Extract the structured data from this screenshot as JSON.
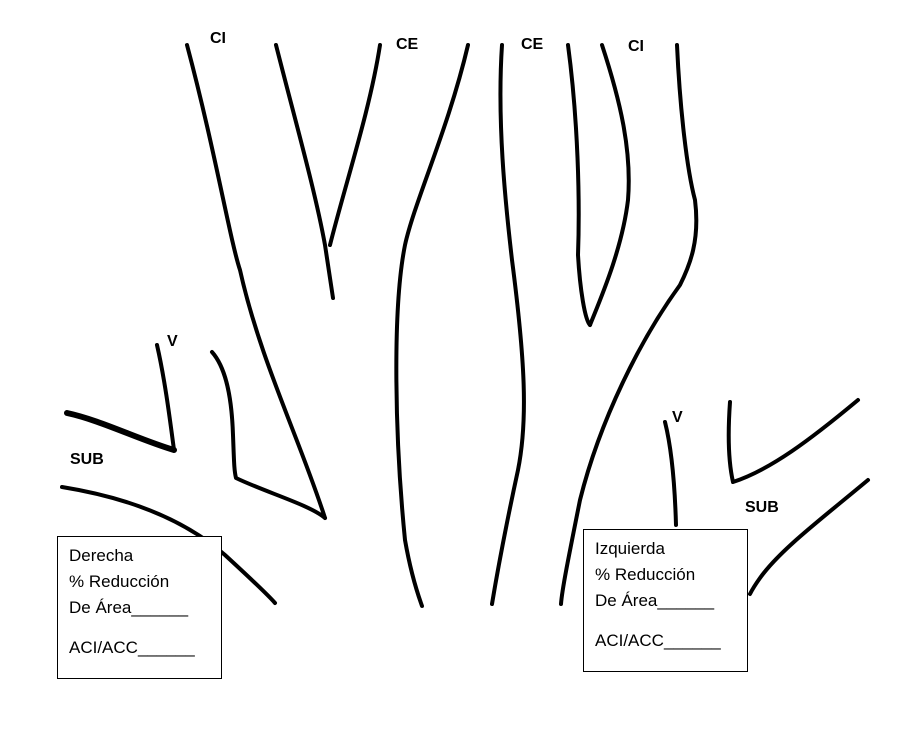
{
  "labels": {
    "ci_right": "CI",
    "ce_right": "CE",
    "ce_left": "CE",
    "ci_left": "CI",
    "v_right": "V",
    "v_left": "V",
    "sub_right": "SUB",
    "sub_left": "SUB"
  },
  "right_box": {
    "title": "Derecha",
    "reduction": "% Reducción",
    "area": "De Área______",
    "ratio": "ACI/ACC______"
  },
  "left_box": {
    "title": "Izquierda",
    "reduction": "% Reducción",
    "area": "De Área______",
    "ratio": "ACI/ACC______"
  },
  "colors": {
    "stroke": "#000000",
    "background": "#ffffff"
  }
}
